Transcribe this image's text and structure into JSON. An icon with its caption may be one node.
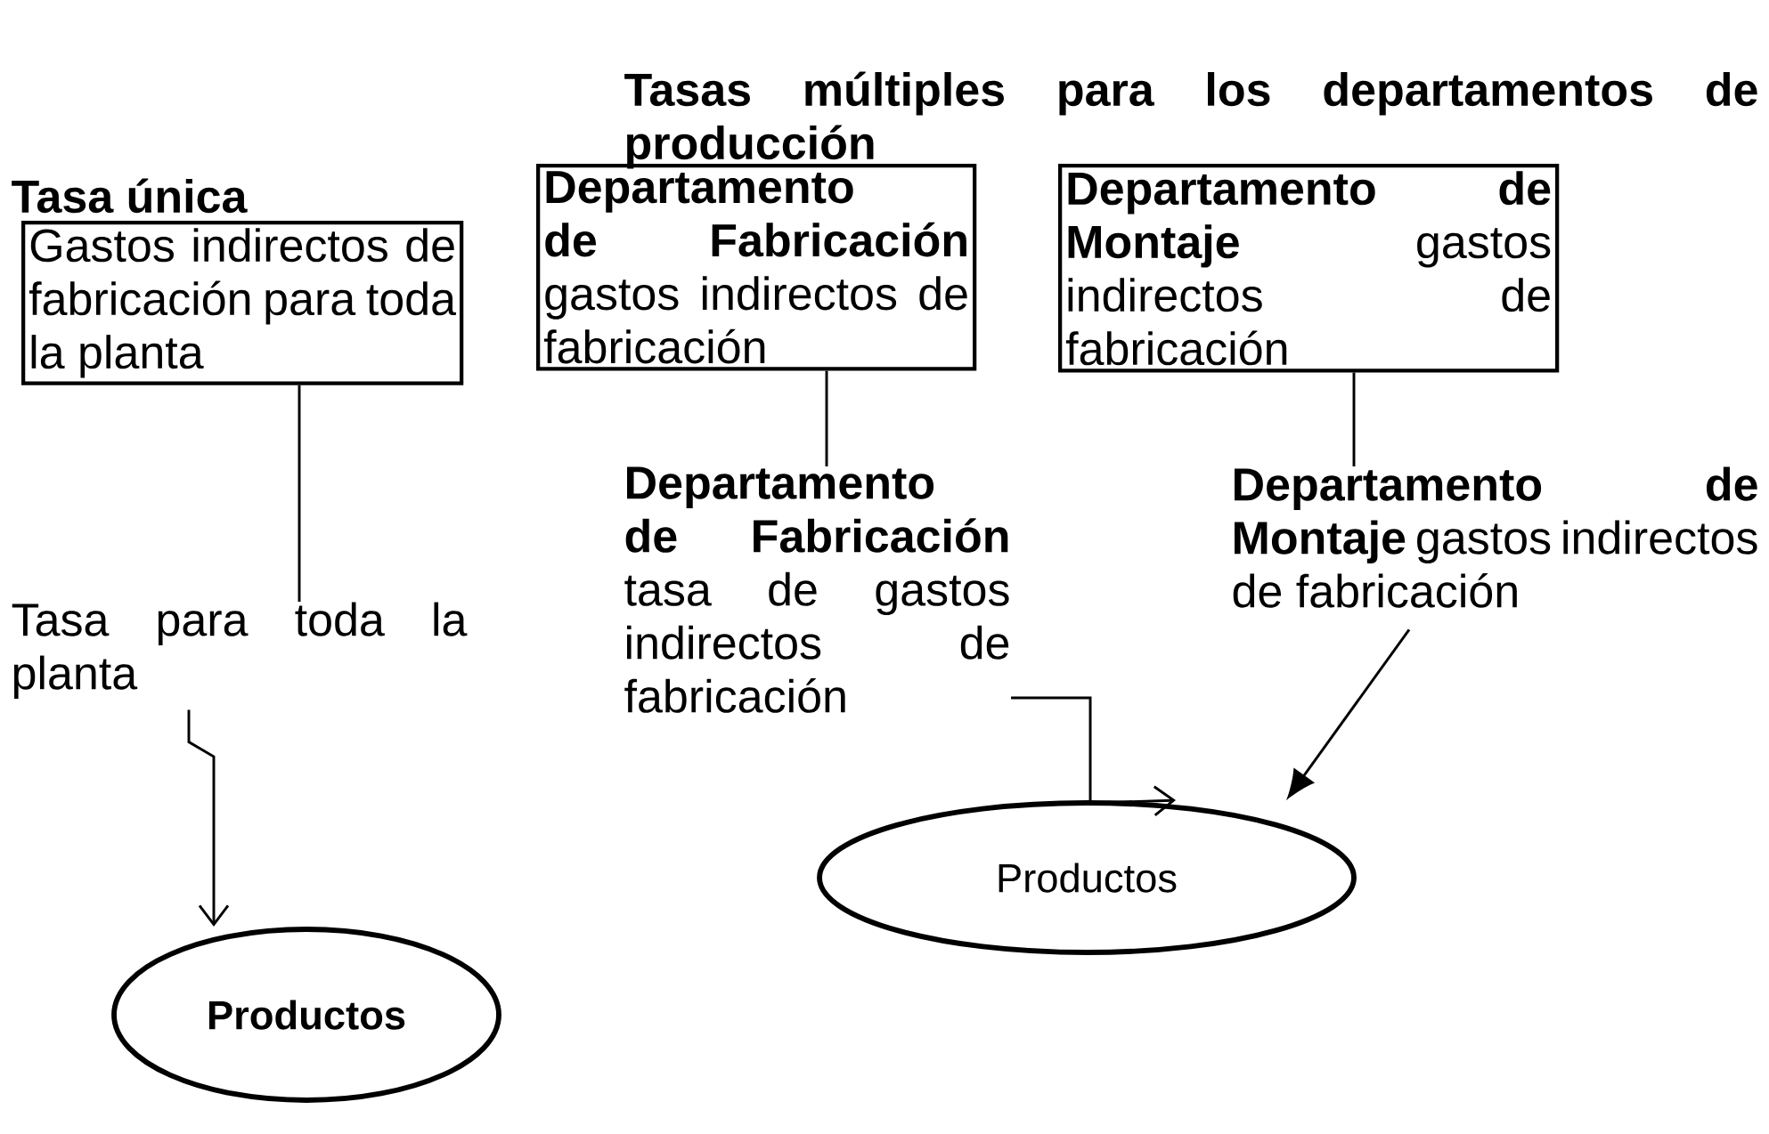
{
  "diagram": {
    "nodes": [
      {
        "text": [
          "Gastos indirectos de fabricación para toda la planta"
        ]
      },
      {
        "text": [
          "**Departamento de Fabricación** gastos indirectos de fabricación"
        ]
      },
      {
        "text": [
          "**Departamento de Montaje** gastos indirectos de fabricación"
        ]
      },
      {
        "text": [
          "Tasa para toda la planta"
        ]
      },
      {
        "text": [
          "**Departamento de Fabricación** tasa de gastos indirectos de fabricación"
        ]
      },
      {
        "text": [
          "**Departamento de Montaje** gastos indirectos de fabricación"
        ]
      },
      {
        "text": [
          "Productos"
        ]
      },
      {
        "text": [
          "Productos"
        ]
      }
    ],
    "edges": [
      {
        "from": 0,
        "to": 3,
        "arrow": "none"
      },
      {
        "from": 1,
        "to": 4,
        "arrow": "none"
      },
      {
        "from": 2,
        "to": 5,
        "arrow": "none"
      },
      {
        "from": 3,
        "to": 6,
        "arrow": "to"
      },
      {
        "from": 4,
        "to": 7,
        "arrow": "to"
      },
      {
        "from": 5,
        "to": 7,
        "arrow": "to"
      }
    ],
    "labels": [
      "Tasa única",
      "Tasas múltiples para los departamentos de producción"
    ]
  }
}
